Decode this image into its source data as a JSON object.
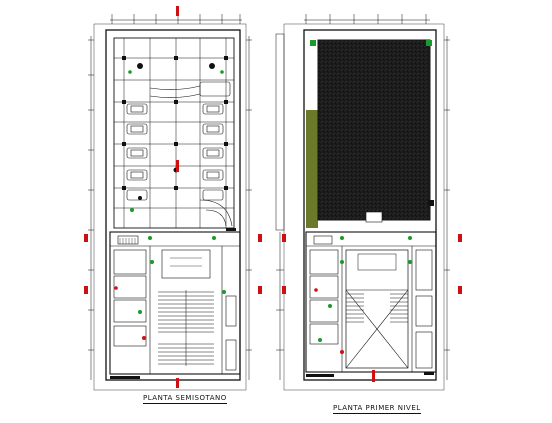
{
  "drawing": {
    "plans": [
      {
        "id": "left",
        "title": "PLANTA SEMISOTANO"
      },
      {
        "id": "right",
        "title": "PLANTA PRIMER NIVEL"
      }
    ],
    "colors": {
      "line": "#111111",
      "accent_red": "#d01010",
      "accent_green": "#1a9a2a",
      "hatch_green": "#6b7a2a",
      "hatch_fill": "#222222"
    }
  }
}
